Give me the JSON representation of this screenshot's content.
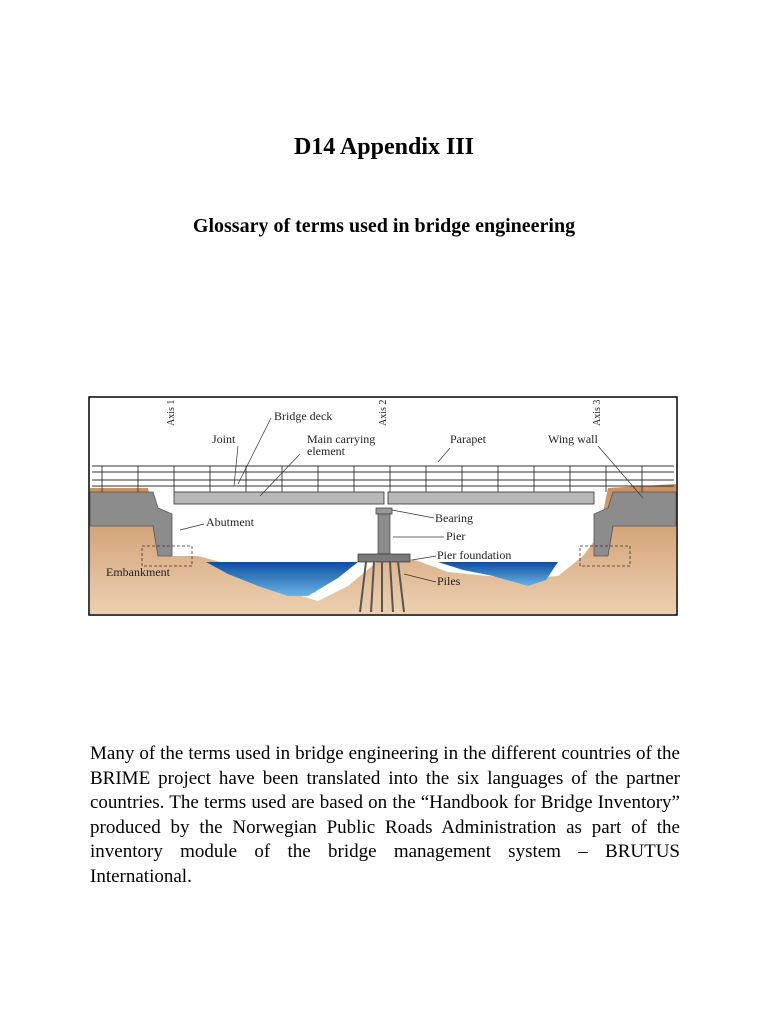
{
  "document": {
    "title": "D14 Appendix III",
    "subtitle": "Glossary of terms used in bridge engineering",
    "paragraph": "Many of the terms used in bridge engineering in the different countries of the BRIME project have been translated into the six languages of the partner countries. The terms used are based on the “Handbook for Bridge Inventory” produced by the Norwegian Public Roads Administration as part of the inventory module of the bridge management system – BRUTUS International."
  },
  "figure": {
    "axes": [
      "Axis 1",
      "Axis 2",
      "Axis 3"
    ],
    "labels": {
      "bridge_deck": "Bridge deck",
      "joint": "Joint",
      "main_carrying": "Main carrying",
      "element": "element",
      "parapet": "Parapet",
      "wing_wall": "Wing wall",
      "abutment": "Abutment",
      "bearing": "Bearing",
      "pier": "Pier",
      "pier_foundation": "Pier foundation",
      "embankment": "Embankment",
      "piles": "Piles"
    },
    "colors": {
      "soil": "#d4a67c",
      "water": "#1f66b3",
      "concrete": "#9a9a9a",
      "sky": "#ffffff",
      "deck": "#b0b0b0"
    }
  }
}
